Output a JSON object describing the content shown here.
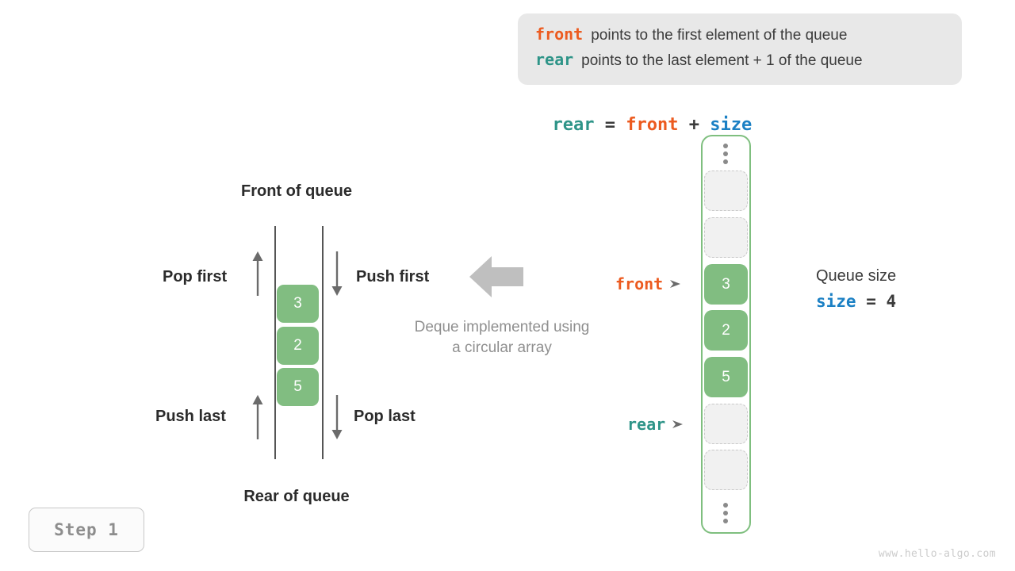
{
  "legend": {
    "lines": [
      {
        "token": "front",
        "token_color": "#ec5b20",
        "text": "points to the first element of the queue"
      },
      {
        "token": "rear",
        "token_color": "#2e9488",
        "text": "points to the last element + 1 of the queue"
      }
    ]
  },
  "formula": {
    "lhs": "rear",
    "eq": "=",
    "rhs1": "front",
    "plus": "+",
    "rhs2": "size"
  },
  "deque": {
    "top_title": "Front of queue",
    "bottom_title": "Rear of queue",
    "ops": {
      "pop_first": "Pop first",
      "push_first": "Push first",
      "push_last": "Push last",
      "pop_last": "Pop last"
    },
    "cells": [
      "3",
      "2",
      "5"
    ],
    "caption_line1": "Deque implemented using",
    "caption_line2": "a circular array",
    "cell_color": "#81bd81"
  },
  "array": {
    "border_color": "#7fbf7f",
    "slots": [
      {
        "type": "dots",
        "value": ""
      },
      {
        "type": "empty",
        "value": ""
      },
      {
        "type": "empty",
        "value": ""
      },
      {
        "type": "filled",
        "value": "3"
      },
      {
        "type": "filled",
        "value": "2"
      },
      {
        "type": "filled",
        "value": "5"
      },
      {
        "type": "empty",
        "value": ""
      },
      {
        "type": "empty",
        "value": ""
      },
      {
        "type": "dots",
        "value": ""
      }
    ],
    "pointers": {
      "front": {
        "label": "front",
        "color": "#ec5b20"
      },
      "rear": {
        "label": "rear",
        "color": "#2e9488"
      }
    }
  },
  "size_note": {
    "title": "Queue size",
    "var": "size",
    "eq": "=",
    "value": "4",
    "var_color": "#1b80c4"
  },
  "step": {
    "label": "Step 1"
  },
  "watermark": {
    "text": "www.hello-algo.com"
  }
}
